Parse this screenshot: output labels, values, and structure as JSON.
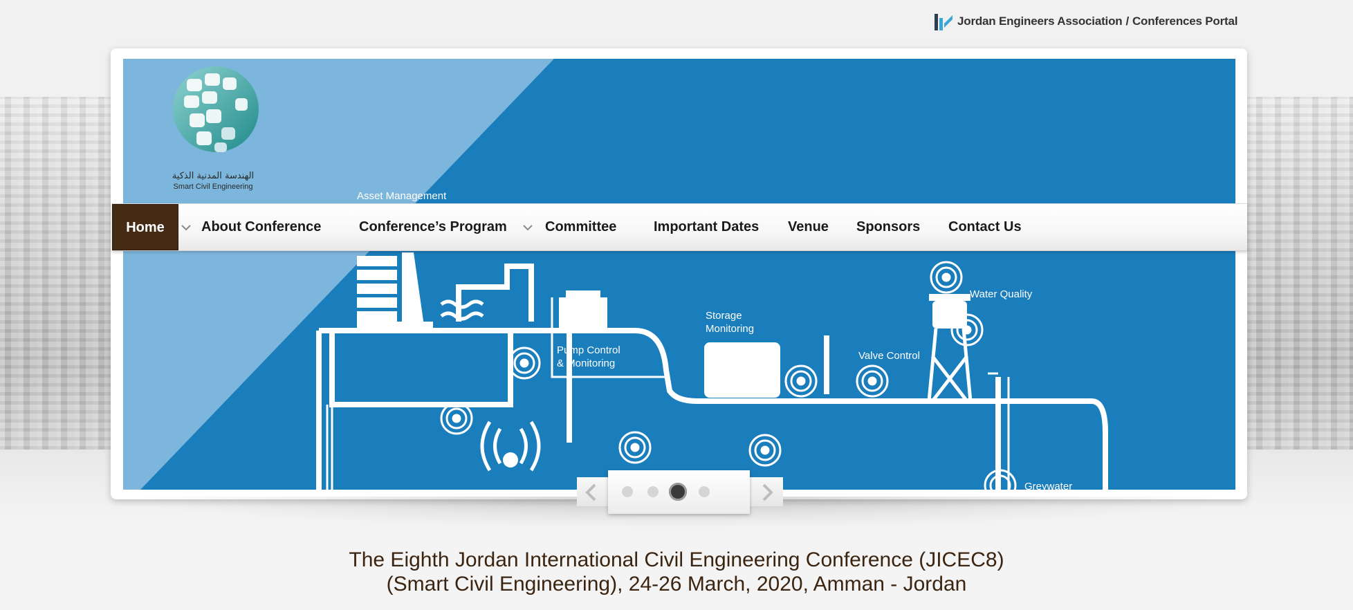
{
  "portal": {
    "org_name": "Jordan Engineers Association",
    "separator": "/",
    "portal_name": "Conferences Portal"
  },
  "logo": {
    "arabic_text": "الهندسة المدنية الذكية",
    "english_text": "Smart Civil Engineering"
  },
  "nav": {
    "items": [
      {
        "label": "Home",
        "active": true
      },
      {
        "label": "About Conference",
        "has_dropdown": true
      },
      {
        "label": "Conference’s Program",
        "has_dropdown": true
      },
      {
        "label": "Committee"
      },
      {
        "label": "Important Dates"
      },
      {
        "label": "Venue"
      },
      {
        "label": "Sponsors"
      },
      {
        "label": "Contact Us"
      }
    ]
  },
  "slider": {
    "labels": {
      "asset": "Asset Management",
      "pump_1": "Pump Control",
      "pump_2": "& Monitoring",
      "storage_1": "Storage",
      "storage_2": "Monitoring",
      "valve": "Valve Control",
      "water": "Water Quality",
      "grey": "Greywater"
    },
    "slide_count": 4,
    "active_slide": 3
  },
  "title": {
    "line1": "The Eighth Jordan International Civil Engineering Conference (JICEC8)",
    "line2": "(Smart Civil Engineering), 24-26 March, 2020, Amman - Jordan"
  },
  "colors": {
    "banner_blue": "#1a7dbc",
    "banner_light": "#7db6dc",
    "nav_active": "#462b14",
    "title_text": "#3b2410"
  }
}
